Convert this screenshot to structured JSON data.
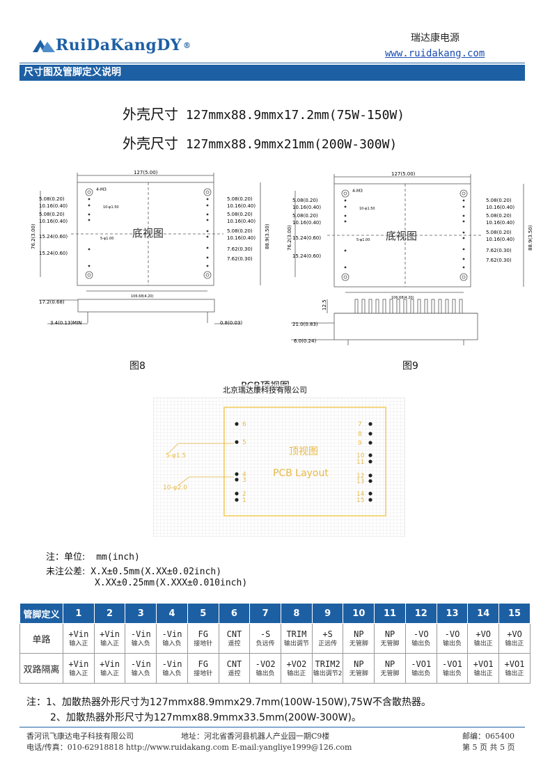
{
  "header": {
    "logo_text": "RuiDaKangDY",
    "logo_mark": "®",
    "company_name": "瑞达康电源",
    "website": "www.ruidakang.com"
  },
  "section_title": "尺寸图及管脚定义说明",
  "dimensions": {
    "line1_prefix": "外壳尺寸",
    "line1_value": "127mmx88.9mmx17.2mm(75W-150W)",
    "line2_prefix": "外壳尺寸",
    "line2_value": "127mmx88.9mmx21mm(200W-300W)"
  },
  "fig8": {
    "caption": "图8",
    "center_label": "底视图",
    "top_dim": "127(5.00)",
    "height_dim": "76.2(3.00)",
    "right_dim": "88.9(3.50)",
    "bottom_dim": "106.68(4.20)",
    "left_labels": [
      "5.08(0.20)",
      "10.16(0.40)",
      "5.08(0.20)",
      "10.16(0.40)",
      "15.24(0.60)",
      "15.24(0.60)"
    ],
    "right_labels": [
      "5.08(0.20)",
      "10.16(0.40)",
      "5.08(0.20)",
      "10.16(0.40)",
      "5.08(0.20)",
      "10.16(0.40)",
      "7.62(0.30)",
      "7.62(0.30)"
    ],
    "hole_label": "4-M3",
    "pin_dia_10": "10-φ1.50",
    "pin_dia_5": "5-φ1.00",
    "side_height": "17.2(0.68)",
    "side_pin": "3.4(0.13)MIN",
    "side_right": "0.8(0.03)"
  },
  "fig9": {
    "caption": "图9",
    "center_label": "底视图",
    "top_dim": "127(5.00)",
    "height_dim": "76.2(3.00)",
    "right_dim": "88.9(3.50)",
    "bottom_dim": "106.68(4.20)",
    "left_labels": [
      "5.08(0.20)",
      "10.16(0.40)",
      "5.08(0.20)",
      "10.16(0.40)",
      "15.24(0.60)",
      "15.24(0.60)"
    ],
    "right_labels": [
      "5.08(0.20)",
      "10.16(0.40)",
      "5.08(0.20)",
      "10.16(0.40)",
      "5.08(0.20)",
      "10.16(0.40)",
      "7.62(0.30)",
      "7.62(0.30)"
    ],
    "hole_label": "4-M3",
    "pin_dia_10": "10-φ1.50",
    "pin_dia_5": "5-φ1.00",
    "fin_height": "12.5",
    "side_height": "21.0(0.83)",
    "side_pin": "6.0(0.24)"
  },
  "pcb": {
    "title": "PCB顶视图",
    "overlay": "北京瑞达康科技有限公司",
    "center_cn": "顶视图",
    "center_en": "PCB Layout",
    "left_pins": [
      "6",
      "5",
      "4",
      "3",
      "2",
      "1"
    ],
    "right_pins": [
      "7",
      "8",
      "9",
      "10",
      "11",
      "12",
      "13",
      "14",
      "15"
    ],
    "note_5": "5-φ1.5",
    "note_10": "10-φ2.0"
  },
  "notes": {
    "unit_label": "注：单位:",
    "unit_value": "mm(inch)",
    "tol_label": "未注公差:",
    "tol_line1": "X.X±0.5mm(X.XX±0.02inch)",
    "tol_line2": "X.XX±0.25mm(X.XXX±0.010inch)"
  },
  "pin_table": {
    "header_label": "管脚定义",
    "pins": [
      "1",
      "2",
      "3",
      "4",
      "5",
      "6",
      "7",
      "8",
      "9",
      "10",
      "11",
      "12",
      "13",
      "14",
      "15"
    ],
    "rows": [
      {
        "label": "单路",
        "cells": [
          [
            "+Vin",
            "输入正"
          ],
          [
            "+Vin",
            "输入正"
          ],
          [
            "-Vin",
            "输入负"
          ],
          [
            "-Vin",
            "输入负"
          ],
          [
            "FG",
            "接地针"
          ],
          [
            "CNT",
            "遥控"
          ],
          [
            "-S",
            "负远传"
          ],
          [
            "TRIM",
            "输出调节"
          ],
          [
            "+S",
            "正远传"
          ],
          [
            "NP",
            "无管脚"
          ],
          [
            "NP",
            "无管脚"
          ],
          [
            "-VO",
            "输出负"
          ],
          [
            "-VO",
            "输出负"
          ],
          [
            "+VO",
            "输出正"
          ],
          [
            "+VO",
            "输出正"
          ]
        ]
      },
      {
        "label": "双路隔离",
        "cells": [
          [
            "+Vin",
            "输入正"
          ],
          [
            "+Vin",
            "输入正"
          ],
          [
            "-Vin",
            "输入负"
          ],
          [
            "-Vin",
            "输入负"
          ],
          [
            "FG",
            "接地针"
          ],
          [
            "CNT",
            "遥控"
          ],
          [
            "-VO2",
            "输出负"
          ],
          [
            "+VO2",
            "输出正"
          ],
          [
            "TRIM2",
            "输出调节2"
          ],
          [
            "NP",
            "无管脚"
          ],
          [
            "NP",
            "无管脚"
          ],
          [
            "-VO1",
            "输出负"
          ],
          [
            "-VO1",
            "输出负"
          ],
          [
            "+VO1",
            "输出正"
          ],
          [
            "+VO1",
            "输出正"
          ]
        ]
      }
    ]
  },
  "bottom_notes": {
    "line1": "注：1、加散热器外形尺寸为127mmx88.9mmx29.7mm(100W-150W),75W不含散热器。",
    "line2": "2、加散热器外形尺寸为127mmx88.9mmx33.5mm(200W-300W)。"
  },
  "footer": {
    "company": "香河讯飞康达电子科技有限公司",
    "address": "地址：河北省香河县机器人产业园一期C9楼",
    "postcode": "邮编：065400",
    "contact": "电话/传真：010-62918818  http://www.ruidakang.com  E-mail:yangliye1999@126.com",
    "page": "第 5 页 共 5 页"
  },
  "colors": {
    "brand": "#1d5fa3",
    "pcb_outline": "#f2c84b",
    "pcb_pin": "#222222"
  }
}
